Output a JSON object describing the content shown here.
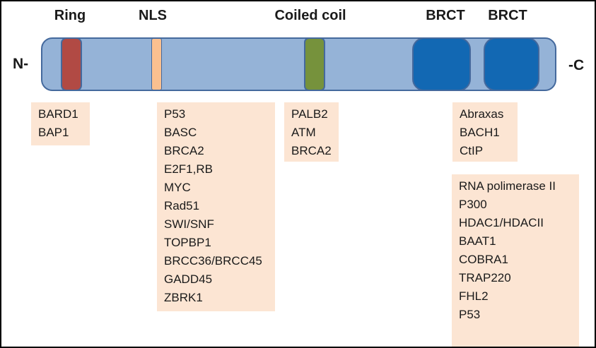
{
  "diagram": {
    "n_terminus_label": "N-",
    "c_terminus_label": "-C",
    "bar_fill": "#95B3D7",
    "bar_border": "#44699D",
    "domains": [
      {
        "id": "ring",
        "label": "Ring",
        "color": "#B14A44"
      },
      {
        "id": "nls",
        "label": "NLS",
        "color": "#FAC090"
      },
      {
        "id": "coiled-coil",
        "label": "Coiled coil",
        "color": "#76923C"
      },
      {
        "id": "brct-1",
        "label": "BRCT",
        "color": "#1268B3"
      },
      {
        "id": "brct-2",
        "label": "BRCT",
        "color": "#1268B3"
      }
    ]
  },
  "interactor_boxes": {
    "box_fill": "#FCE5D3",
    "ring": {
      "proteins": [
        "BARD1",
        "BAP1"
      ]
    },
    "nls": {
      "proteins": [
        "P53",
        "BASC",
        "BRCA2",
        "E2F1,RB",
        "MYC",
        "Rad51",
        "SWI/SNF",
        "TOPBP1",
        "BRCC36/BRCC45",
        "GADD45",
        "ZBRK1"
      ]
    },
    "coiled_coil": {
      "proteins": [
        "PALB2",
        "ATM",
        "BRCA2"
      ]
    },
    "brct_upper": {
      "proteins": [
        "Abraxas",
        "BACH1",
        "CtIP"
      ]
    },
    "brct_lower": {
      "proteins": [
        "RNA polimerase II",
        "P300",
        "HDAC1/HDACII",
        "BAAT1",
        "COBRA1",
        "TRAP220",
        "FHL2",
        "P53"
      ]
    }
  }
}
